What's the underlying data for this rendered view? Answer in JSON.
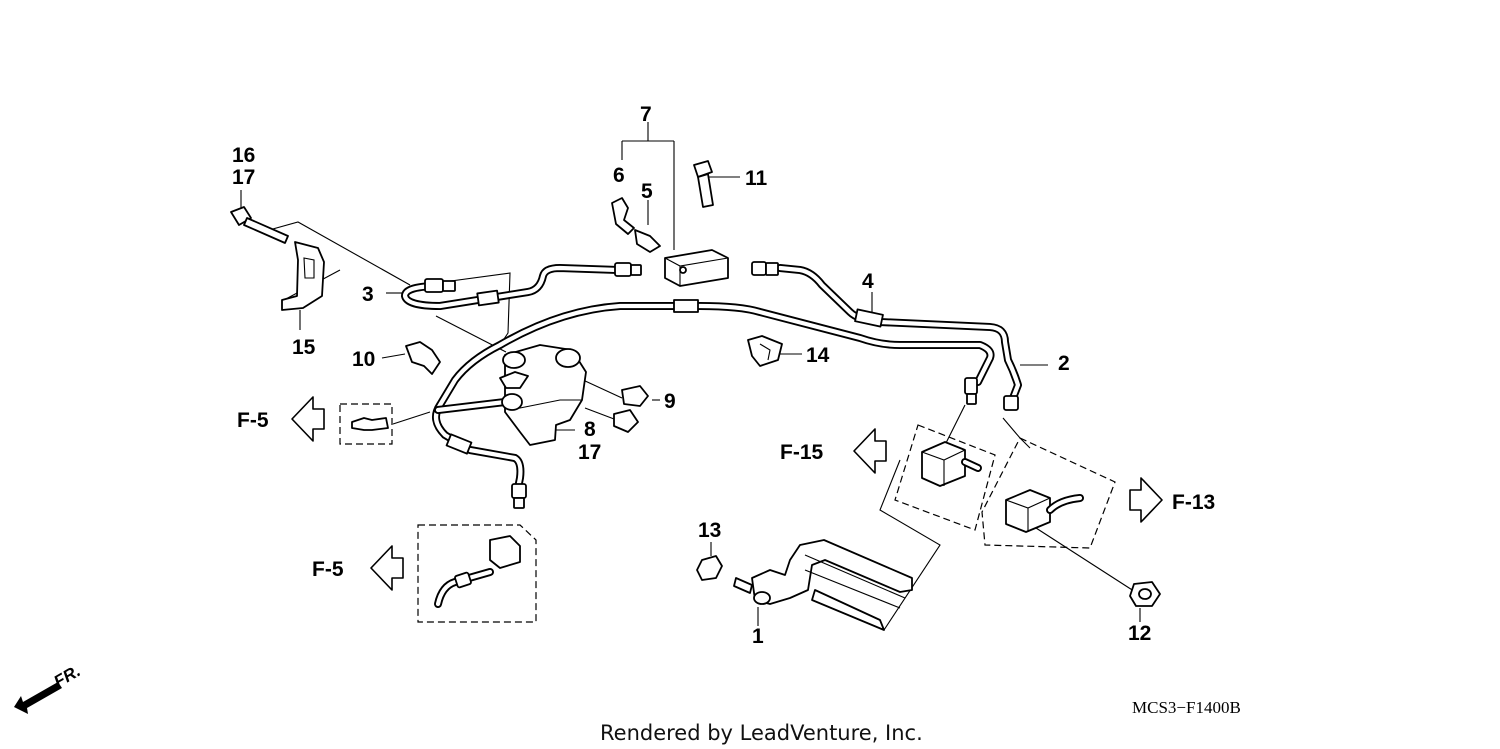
{
  "callouts": {
    "c1": "1",
    "c2": "2",
    "c3": "3",
    "c4": "4",
    "c5": "5",
    "c6": "6",
    "c7": "7",
    "c8": "8",
    "c9": "9",
    "c10": "10",
    "c11": "11",
    "c12": "12",
    "c13": "13",
    "c14": "14",
    "c15": "15",
    "c16": "16",
    "c17a": "17",
    "c17b": "17"
  },
  "refs": {
    "f5_left": "F-5",
    "f5_bottom": "F-5",
    "f15": "F-15",
    "f13": "F-13"
  },
  "direction_label": "FR.",
  "diagram_code": "MCS3−F1400B",
  "credit": "Rendered by LeadVenture, Inc."
}
